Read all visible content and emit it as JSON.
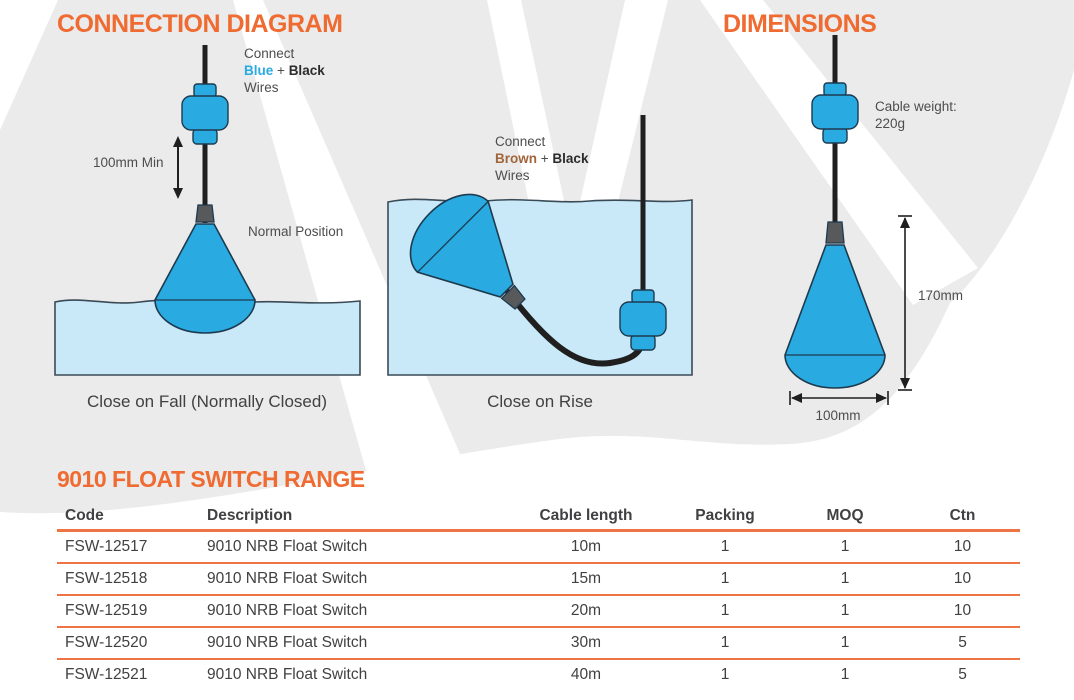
{
  "page": {
    "connection_heading": "CONNECTION DIAGRAM",
    "dimensions_heading": "DIMENSIONS"
  },
  "diagram_fall": {
    "connect_word": "Connect",
    "wire1": "Blue",
    "plus": "+",
    "wire2": "Black",
    "wires_word": "Wires",
    "min_distance_label": "100mm Min",
    "normal_position_label": "Normal Position",
    "caption": "Close on Fall (Normally Closed)"
  },
  "diagram_rise": {
    "connect_word": "Connect",
    "wire1": "Brown",
    "plus": "+",
    "wire2": "Black",
    "wires_word": "Wires",
    "caption": "Close on Rise"
  },
  "dimensions_diagram": {
    "cable_weight_label": "Cable weight:",
    "cable_weight_value": "220g",
    "height_label": "170mm",
    "width_label": "100mm"
  },
  "table": {
    "title": "9010 FLOAT SWITCH RANGE",
    "columns": [
      "Code",
      "Description",
      "Cable length",
      "Packing",
      "MOQ",
      "Ctn"
    ],
    "rows": [
      {
        "code": "FSW-12517",
        "description": "9010 NRB Float Switch",
        "cable_length": "10m",
        "packing": "1",
        "moq": "1",
        "ctn": "10"
      },
      {
        "code": "FSW-12518",
        "description": "9010 NRB Float Switch",
        "cable_length": "15m",
        "packing": "1",
        "moq": "1",
        "ctn": "10"
      },
      {
        "code": "FSW-12519",
        "description": "9010 NRB Float Switch",
        "cable_length": "20m",
        "packing": "1",
        "moq": "1",
        "ctn": "10"
      },
      {
        "code": "FSW-12520",
        "description": "9010 NRB Float Switch",
        "cable_length": "30m",
        "packing": "1",
        "moq": "1",
        "ctn": "5"
      },
      {
        "code": "FSW-12521",
        "description": "9010 NRB Float Switch",
        "cable_length": "40m",
        "packing": "1",
        "moq": "1",
        "ctn": "5"
      }
    ]
  },
  "colors": {
    "accent_orange": "#EF6B31",
    "table_line_orange": "#EE7445",
    "float_blue": "#29ABE2",
    "water_blue": "#C9E8F8",
    "outline_dark": "#1d3a4f",
    "cable_black": "#1f1f1f",
    "cap_gray": "#58595B",
    "background_gray": "#EBEBEB",
    "wire_blue_text": "#29ABE2",
    "wire_brown_text": "#A0653B"
  }
}
